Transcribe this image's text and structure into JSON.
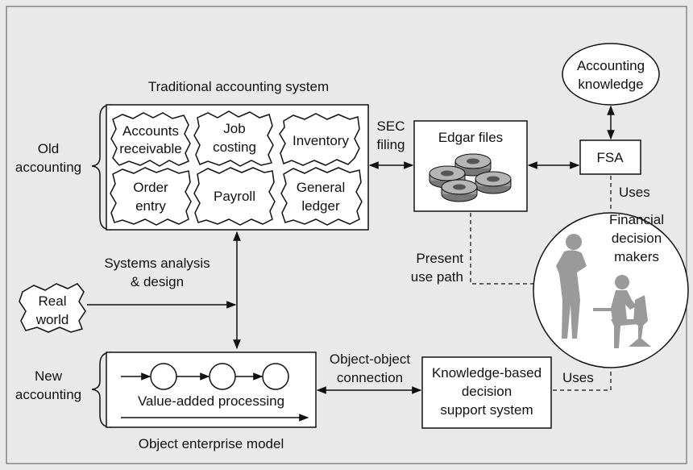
{
  "old_accounting": {
    "group_title": "Traditional accounting system",
    "side_label": [
      "Old",
      "accounting"
    ],
    "modules": [
      {
        "lines": [
          "Accounts",
          "receivable"
        ]
      },
      {
        "lines": [
          "Job",
          "costing"
        ]
      },
      {
        "lines": [
          "Inventory"
        ]
      },
      {
        "lines": [
          "Order",
          "entry"
        ]
      },
      {
        "lines": [
          "Payroll"
        ]
      },
      {
        "lines": [
          "General",
          "ledger"
        ]
      }
    ]
  },
  "sec_filing": [
    "SEC",
    "filing"
  ],
  "edgar": {
    "label": "Edgar files"
  },
  "fsa": {
    "label": "FSA"
  },
  "accounting_knowledge": [
    "Accounting",
    "knowledge"
  ],
  "uses_top": "Uses",
  "decision_makers": [
    "Financial",
    "decision",
    "makers"
  ],
  "present_use_path": [
    "Present",
    "use path"
  ],
  "systems_analysis": [
    "Systems analysis",
    "& design"
  ],
  "real_world": [
    "Real",
    "world"
  ],
  "new_accounting": {
    "side_label": [
      "New",
      "accounting"
    ],
    "processing_label": "Value-added processing",
    "model_title": "Object enterprise model"
  },
  "object_connection": [
    "Object-object",
    "connection"
  ],
  "kbdss": [
    "Knowledge-based",
    "decision",
    "support system"
  ],
  "uses_bottom": "Uses",
  "colors": {
    "background": "#e9e9e9",
    "box": "#ffffff",
    "line": "#111111",
    "figure": "#9a9a9a",
    "disk": "#8c8c8c"
  }
}
